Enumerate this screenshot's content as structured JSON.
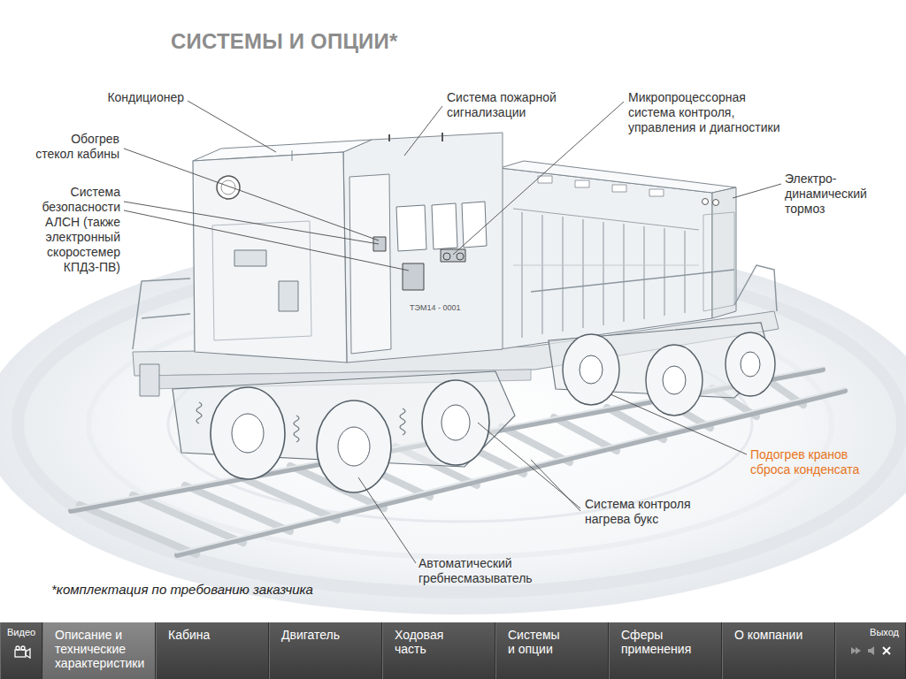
{
  "diagram": {
    "title": "СИСТЕМЫ И ОПЦИИ*",
    "caption": "*комплектация по требованию заказчика",
    "nodes": [
      {
        "text": [
          "Видео"
        ]
      },
      {
        "text": [
          "Описание и технические характеристики"
        ]
      },
      {
        "text": [
          "Кабина"
        ]
      },
      {
        "text": [
          "Двигатель"
        ]
      },
      {
        "text": [
          "Ходовая часть"
        ]
      },
      {
        "text": [
          "Системы и опции"
        ]
      },
      {
        "text": [
          "Сферы применения"
        ]
      },
      {
        "text": [
          "О компании"
        ]
      },
      {
        "text": [
          "Выход"
        ]
      }
    ],
    "labels": [
      "Кондиционер",
      "Обогрев стекол кабины",
      "Система безопасности АЛСН (также электронный скоростемер КПД3-ПВ)",
      "Система пожарной сигнализации",
      "Микропроцессорная система контроля, управления и диагностики",
      "Электро- динамический тормоз",
      "Подогрев кранов сброса конденсата",
      "Система контроля нагрева букс",
      "Автоматический гребнесмазыватель",
      "ТЭМ14 - 0001"
    ]
  }
}
